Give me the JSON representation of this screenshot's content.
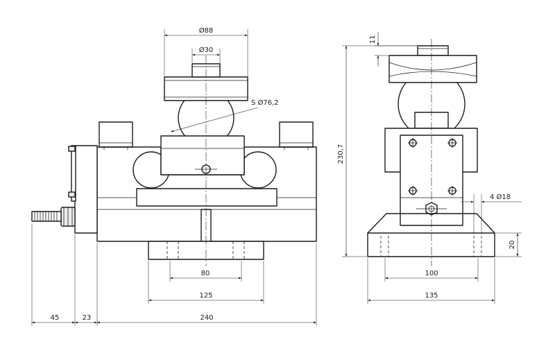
{
  "front_view": {
    "dim_dia_88": "Ø88",
    "dim_dia_30": "Ø30",
    "dim_sphere": "S Ø76,2",
    "dim_80": "80",
    "dim_125": "125",
    "dim_45": "45",
    "dim_23": "23",
    "dim_240": "240"
  },
  "side_view": {
    "dim_11": "11",
    "dim_height": "230,7",
    "dim_holes": "4 Ø18",
    "dim_20": "20",
    "dim_100": "100",
    "dim_135": "135"
  }
}
